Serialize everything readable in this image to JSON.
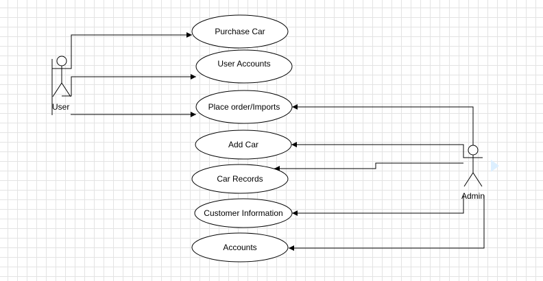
{
  "diagram": {
    "actors": {
      "user": {
        "label": "User"
      },
      "admin": {
        "label": "Admin"
      }
    },
    "use_cases": {
      "purchase_car": "Purchase Car",
      "user_accounts": "User Accounts",
      "place_order": "Place order/Imports",
      "add_car": "Add Car",
      "car_records": "Car Records",
      "customer_information": "Customer Information",
      "accounts": "Accounts"
    },
    "colors": {
      "line": "#000000",
      "ellipse_fill": "#ffffff",
      "grid": "#e3e3e3",
      "expand_arrow": "#dcefff"
    }
  }
}
